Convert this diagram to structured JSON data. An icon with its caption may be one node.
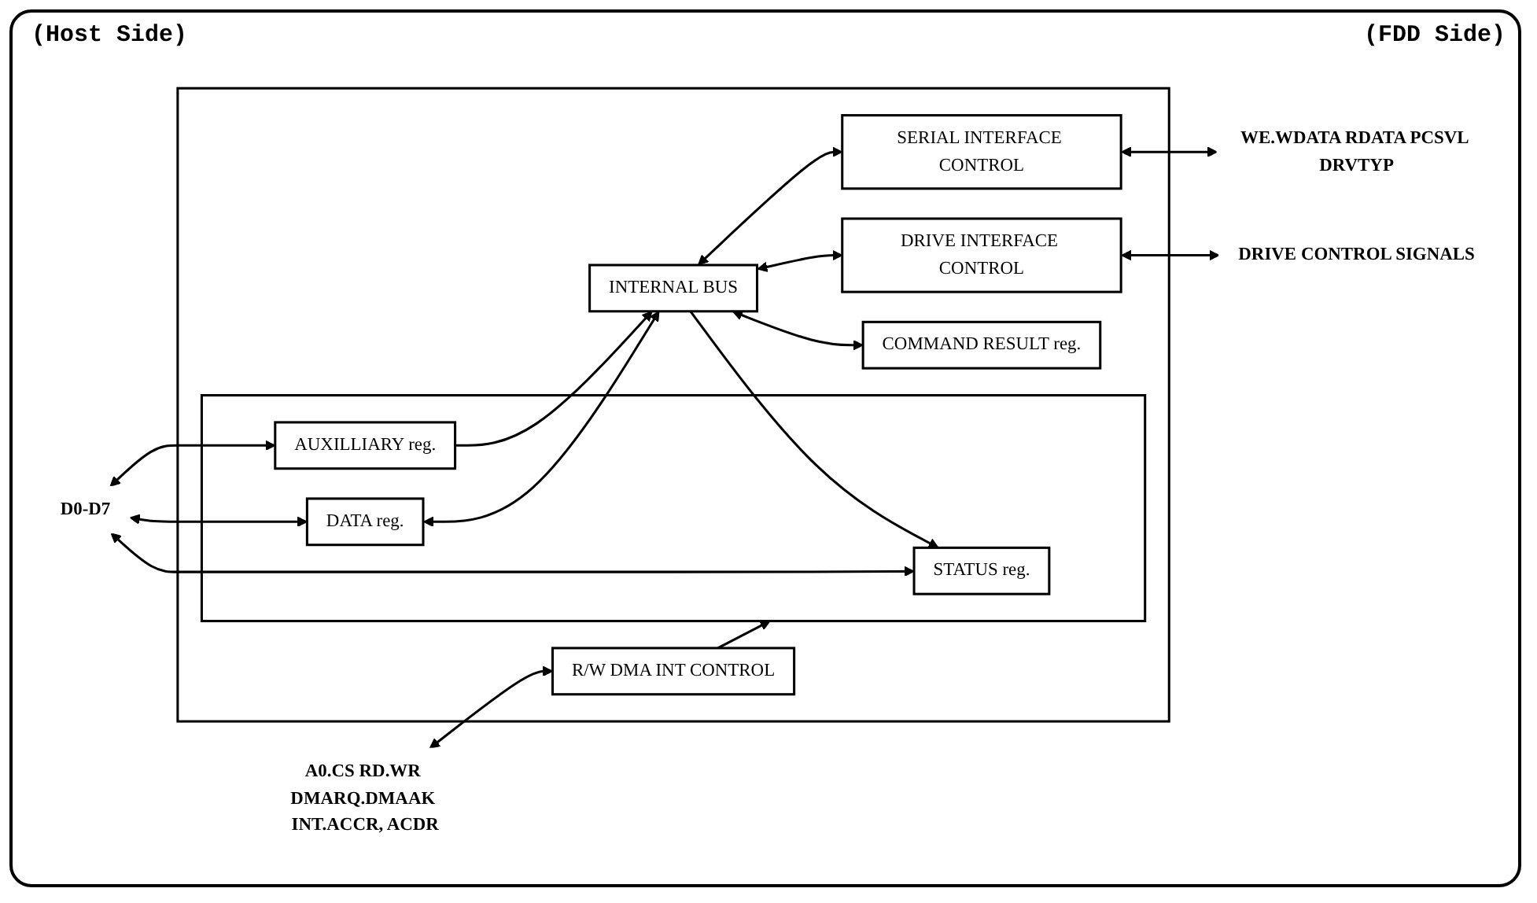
{
  "diagram": {
    "nodes": [
      {
        "text": [],
        "shape": "box"
      },
      {
        "text": [],
        "shape": "box",
        "in": 0
      },
      {
        "text": [
          "STATUS reg."
        ],
        "in": 1
      },
      {
        "text": [
          "DATA reg."
        ],
        "in": 1
      },
      {
        "text": [
          "AUXILLIARY reg."
        ],
        "in": 1
      },
      {
        "text": [
          "R/W DMA INT CONTROL"
        ],
        "in": 0
      },
      {
        "text": [
          "INTERNAL BUS"
        ],
        "in": 0
      },
      {
        "text": [
          "COMMAND RESULT reg."
        ],
        "in": 0
      },
      {
        "text": [
          "DRIVE INTERFACE CONTROL"
        ],
        "in": 0
      },
      {
        "text": [
          "SERIAL INTERFACE CONTROL"
        ],
        "in": 0
      },
      {
        "text": [
          "D0-D7"
        ]
      },
      {
        "text": [
          "A0.CS RD.WR DMARQ.DMAAK INT.ACCR, ACDR"
        ]
      },
      {
        "text": [
          "DRIVE CONTROL SIGNALS"
        ]
      },
      {
        "text": [
          "WE.WDATA RDATA PCSVL DRVTYP"
        ]
      }
    ],
    "edges": [
      {
        "from": 10,
        "to": 2,
        "arrow": "both"
      },
      {
        "from": 10,
        "to": 3,
        "arrow": "both"
      },
      {
        "from": 10,
        "to": 4,
        "arrow": "both"
      },
      {
        "from": 6,
        "to": 2,
        "arrow": "to"
      },
      {
        "from": 3,
        "to": 6,
        "arrow": "both"
      },
      {
        "from": 4,
        "to": 6,
        "arrow": "to"
      },
      {
        "from": 5,
        "to": 1,
        "arrow": "to"
      },
      {
        "from": 11,
        "to": 5,
        "arrow": "both"
      },
      {
        "from": 6,
        "to": 7,
        "arrow": "both"
      },
      {
        "from": 6,
        "to": 8,
        "arrow": "both"
      },
      {
        "from": 6,
        "to": 9,
        "arrow": "both"
      },
      {
        "from": 8,
        "to": 12,
        "arrow": "both"
      },
      {
        "from": 9,
        "to": 13,
        "arrow": "both"
      }
    ],
    "labels": [
      "(Host Side)",
      "(FDD Side)"
    ]
  }
}
